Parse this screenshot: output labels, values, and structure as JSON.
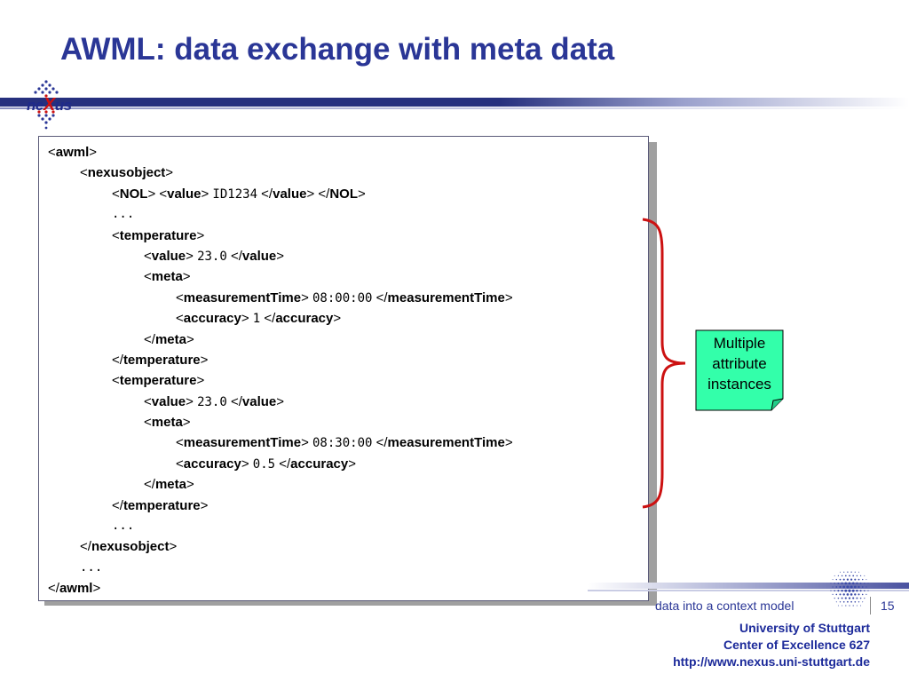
{
  "slide": {
    "title": "AWML: data exchange with meta data",
    "logo_text": "neXus",
    "page_number": "15",
    "footer_note": "data into a context model",
    "university": "University of Stuttgart",
    "center": "Center of Excellence 627",
    "url": "http://www.nexus.uni-stuttgart.de"
  },
  "callout": {
    "lines": [
      "Multiple",
      "attribute",
      "instances"
    ],
    "fill_color": "#33ffaa",
    "brace_color": "#cc1111"
  },
  "code": {
    "awml": "awml",
    "nexusobject": "nexusobject",
    "nol": "NOL",
    "value": "value",
    "temperature": "temperature",
    "meta": "meta",
    "measurementTime": "measurementTime",
    "accuracy": "accuracy",
    "id_value": "ID1234",
    "ellipsis": "...",
    "instances": [
      {
        "value": "23.0",
        "measurementTime": "08:00:00",
        "accuracy": "1"
      },
      {
        "value": "23.0",
        "measurementTime": "08:30:00",
        "accuracy": "0.5"
      }
    ]
  }
}
